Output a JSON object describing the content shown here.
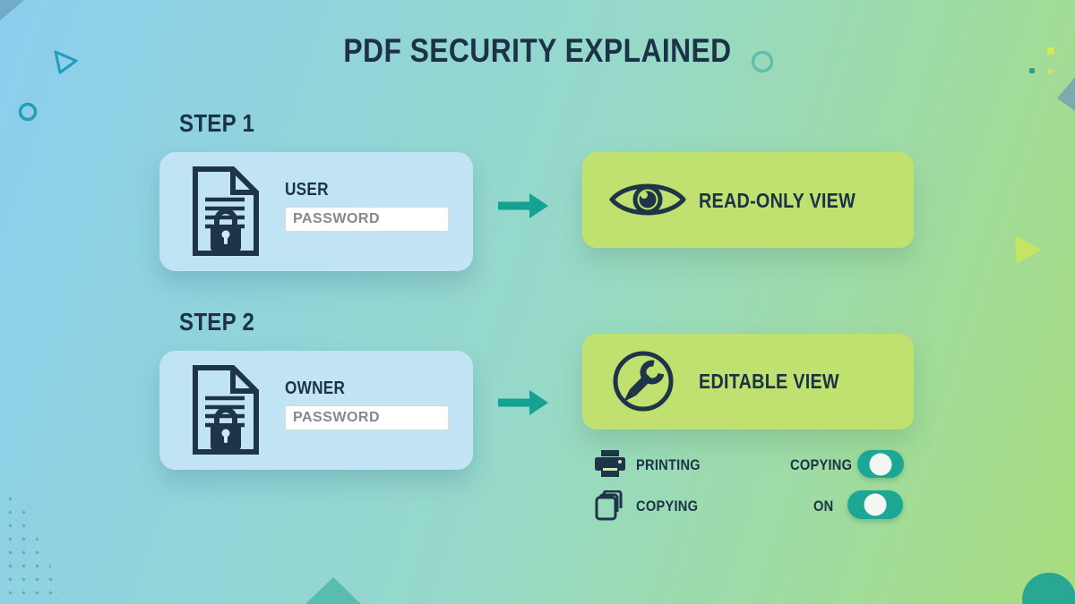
{
  "title": "PDF SECURITY EXPLAINED",
  "steps": [
    {
      "label": "STEP 1",
      "user_type": "USER",
      "password_placeholder": "PASSWORD",
      "doc_icon": "document-lock-icon",
      "result_label": "READ-ONLY VIEW",
      "result_icon": "eye-icon"
    },
    {
      "label": "STEP 2",
      "user_type": "OWNER",
      "password_placeholder": "PASSWORD",
      "doc_icon": "document-lock-icon",
      "result_label": "EDITABLE VIEW",
      "result_icon": "wrench-pencil-icon"
    }
  ],
  "permissions": {
    "rows": [
      {
        "icon": "printer-icon",
        "label": "PRINTING"
      },
      {
        "icon": "copy-icon",
        "label": "COPYING"
      }
    ],
    "toggles": [
      {
        "label": "COPYING",
        "state": "on"
      },
      {
        "label": "ON",
        "state": "on"
      }
    ]
  },
  "colors": {
    "accent_teal": "#14a292",
    "toggle_teal": "#1ca795",
    "card_blue": "#c4e5f6",
    "card_green": "#c0e06f",
    "text_navy": "#1c3246",
    "placeholder_gray": "#83898e"
  }
}
